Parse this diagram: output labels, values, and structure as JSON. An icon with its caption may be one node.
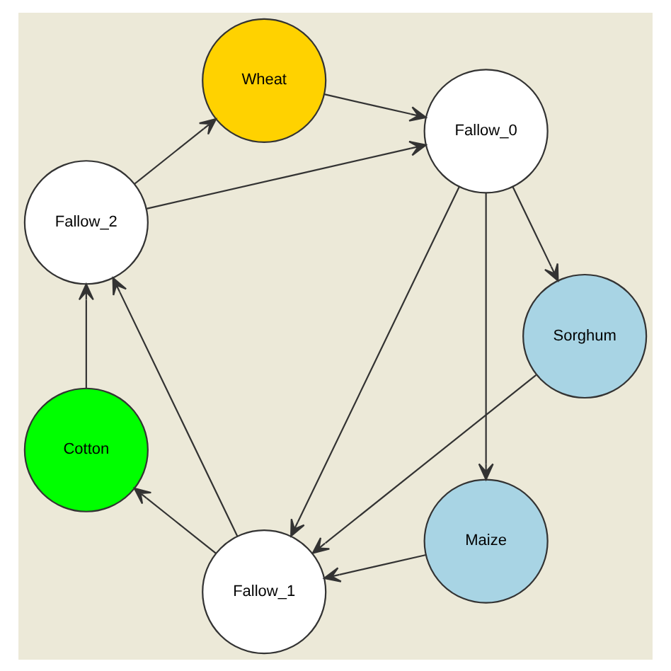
{
  "diagram": {
    "nodes": [
      {
        "text": [
          "Maize"
        ]
      },
      {
        "text": [
          "Fallow_0"
        ]
      },
      {
        "text": [
          "Sorghum"
        ]
      },
      {
        "text": [
          "Fallow_1"
        ]
      },
      {
        "text": [
          "Wheat"
        ]
      },
      {
        "text": [
          "Cotton"
        ]
      },
      {
        "text": [
          "Fallow_2"
        ]
      }
    ],
    "edges": [
      {
        "from": 1,
        "to": 0,
        "arrow": "to"
      },
      {
        "from": 1,
        "to": 2,
        "arrow": "to"
      },
      {
        "from": 1,
        "to": 3,
        "arrow": "to"
      },
      {
        "from": 0,
        "to": 3,
        "arrow": "to"
      },
      {
        "from": 2,
        "to": 3,
        "arrow": "to"
      },
      {
        "from": 3,
        "to": 5,
        "arrow": "to"
      },
      {
        "from": 3,
        "to": 6,
        "arrow": "to"
      },
      {
        "from": 5,
        "to": 6,
        "arrow": "to"
      },
      {
        "from": 6,
        "to": 4,
        "arrow": "to"
      },
      {
        "from": 6,
        "to": 1,
        "arrow": "to"
      },
      {
        "from": 4,
        "to": 1,
        "arrow": "to"
      }
    ]
  }
}
